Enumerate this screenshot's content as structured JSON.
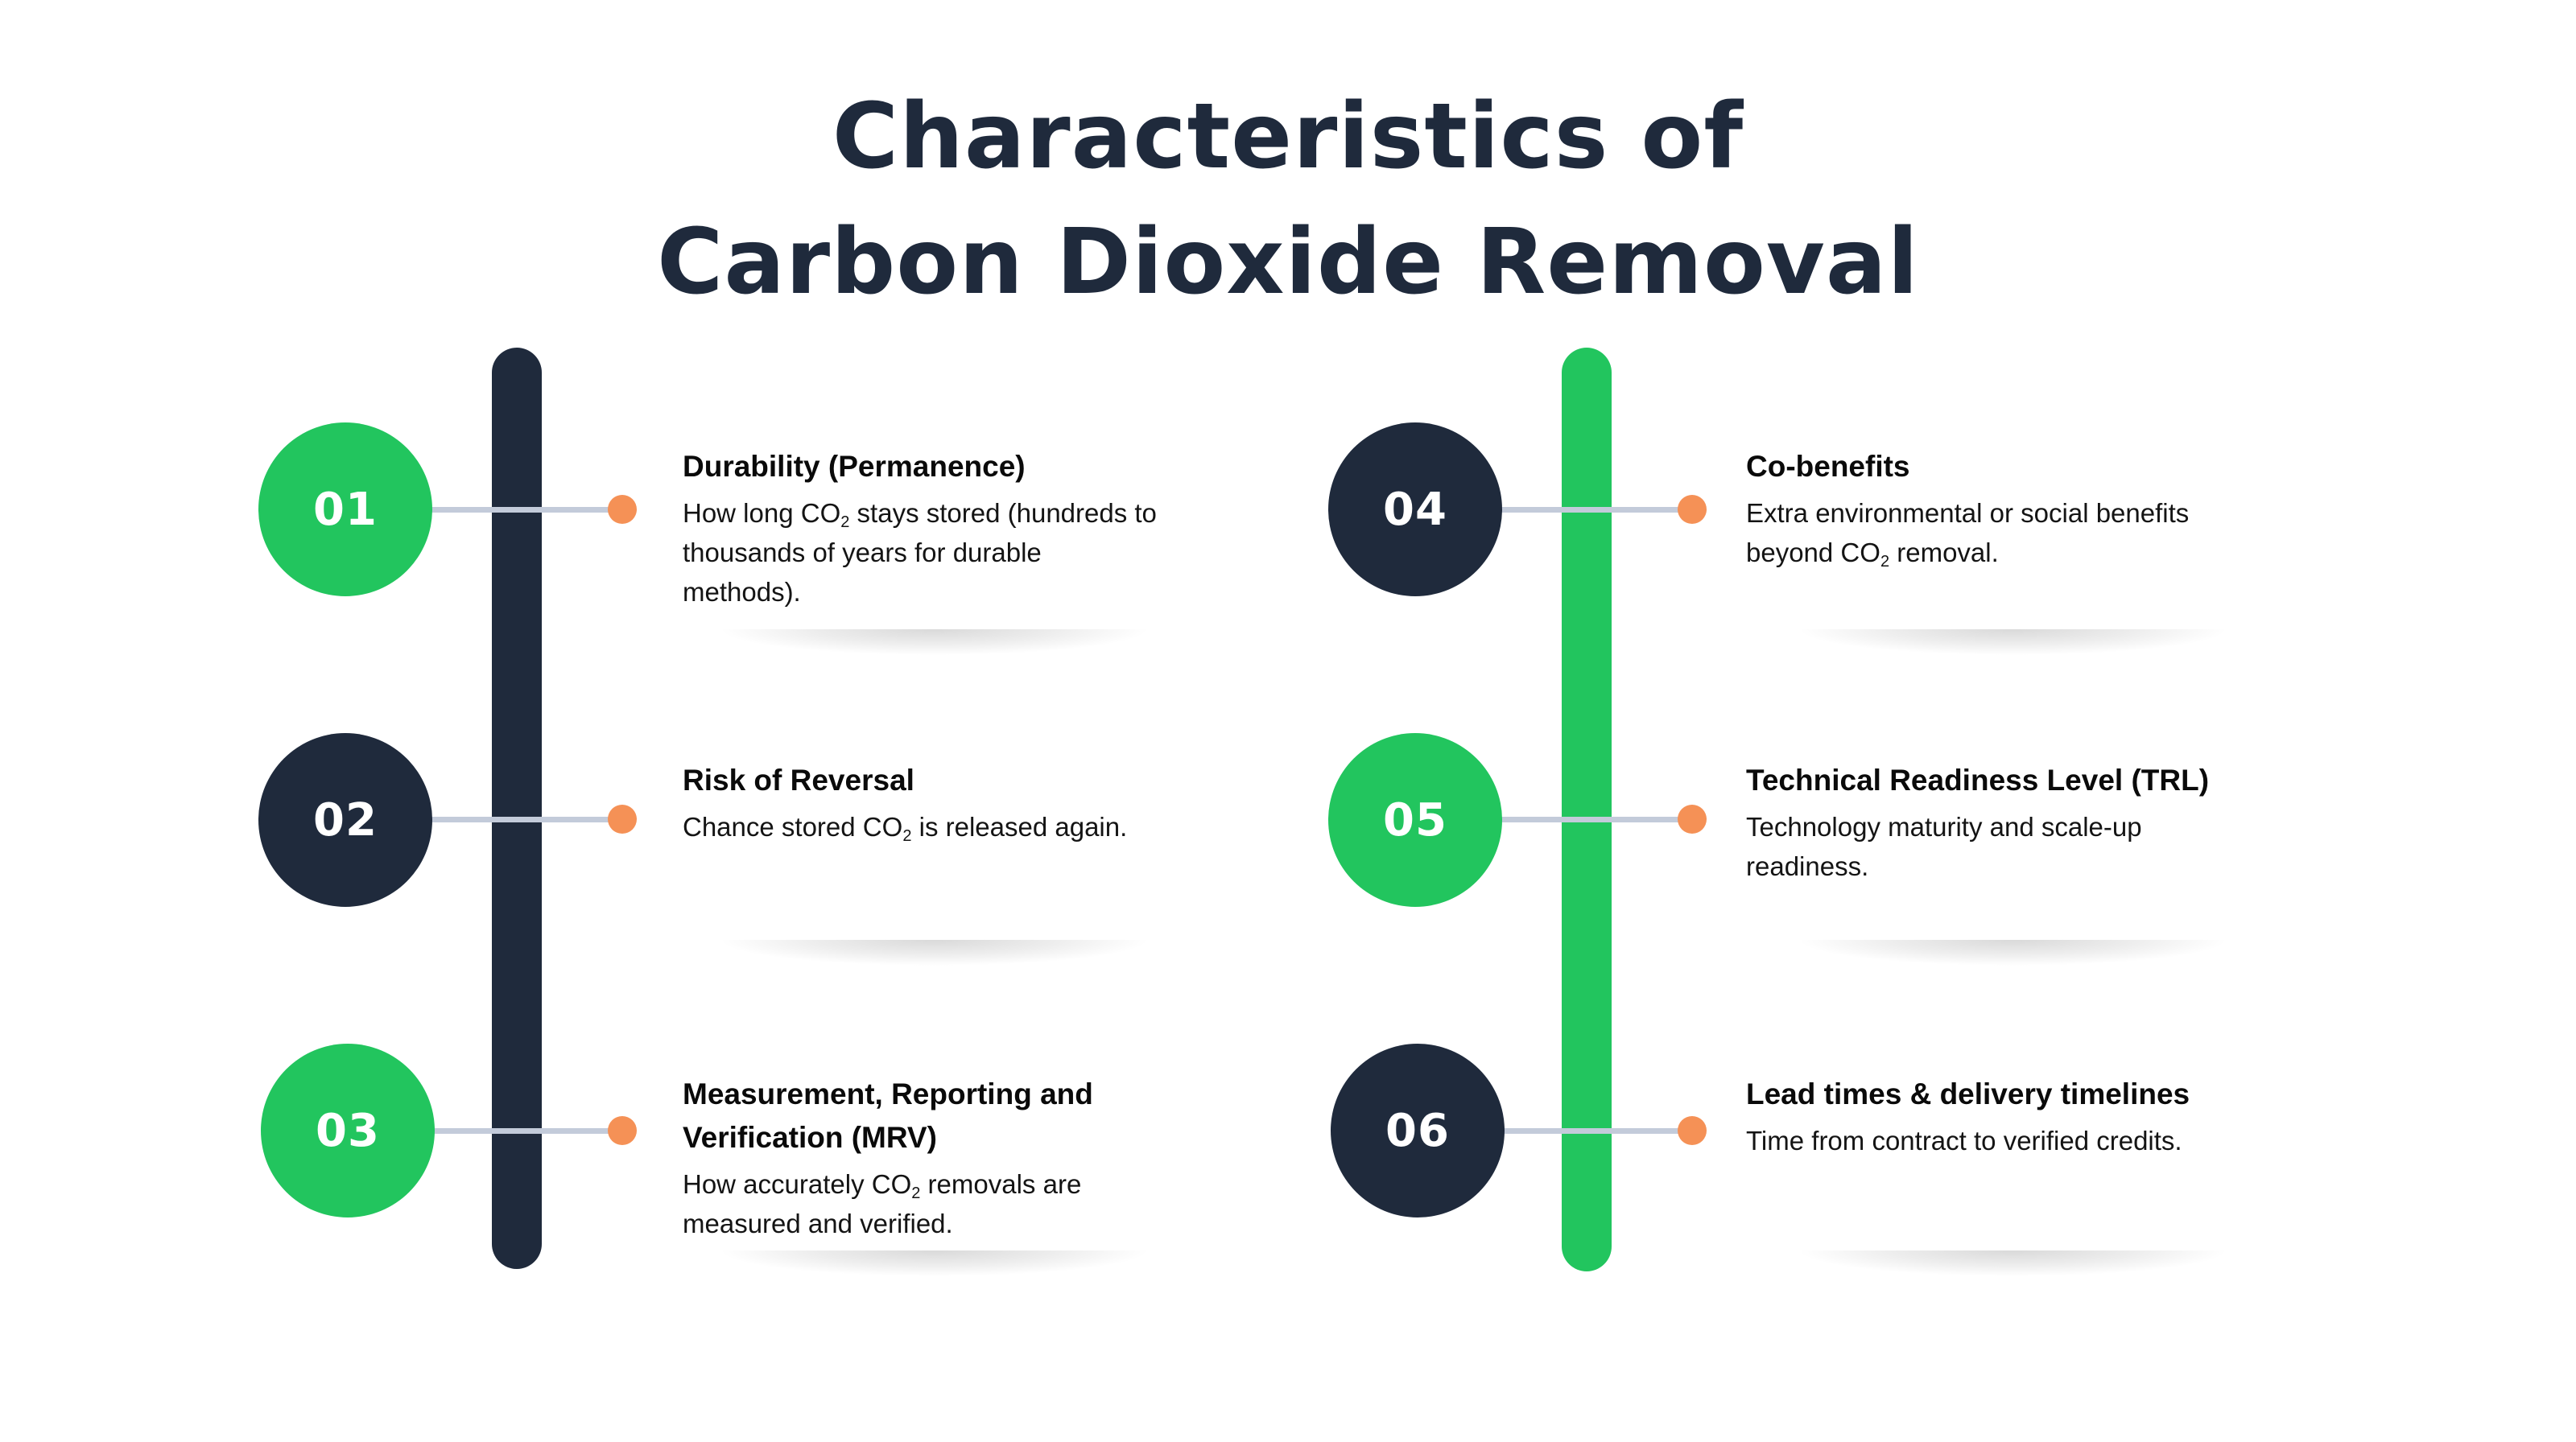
{
  "title": {
    "line1": "Characteristics of",
    "line2": "Carbon Dioxide Removal"
  },
  "colors": {
    "navy": "#1f2a3c",
    "green": "#22c55e",
    "orange": "#f59156",
    "connector": "#c3cbda"
  },
  "columns": [
    {
      "bar_color": "#1f2a3c",
      "items": [
        {
          "number": "01",
          "circle_color": "#22c55e",
          "title_lines": [
            "Durability (Permanence)"
          ],
          "body_lines": [
            {
              "before": "How long CO",
              "sub": "2",
              "after": " stays stored (hundreds to"
            },
            {
              "before": "thousands of years for durable",
              "sub": "",
              "after": ""
            },
            {
              "before": "methods).",
              "sub": "",
              "after": ""
            }
          ]
        },
        {
          "number": "02",
          "circle_color": "#1f2a3c",
          "title_lines": [
            "Risk of Reversal"
          ],
          "body_lines": [
            {
              "before": "Chance stored CO",
              "sub": "2",
              "after": " is released again."
            }
          ]
        },
        {
          "number": "03",
          "circle_color": "#22c55e",
          "title_lines": [
            "Measurement, Reporting and",
            "Verification (MRV)"
          ],
          "body_lines": [
            {
              "before": "How accurately CO",
              "sub": "2",
              "after": " removals are"
            },
            {
              "before": "measured and verified.",
              "sub": "",
              "after": ""
            }
          ]
        }
      ]
    },
    {
      "bar_color": "#22c55e",
      "items": [
        {
          "number": "04",
          "circle_color": "#1f2a3c",
          "title_lines": [
            "Co-benefits"
          ],
          "body_lines": [
            {
              "before": "Extra environmental or social benefits",
              "sub": "",
              "after": ""
            },
            {
              "before": "beyond CO",
              "sub": "2",
              "after": " removal."
            }
          ]
        },
        {
          "number": "05",
          "circle_color": "#22c55e",
          "title_lines": [
            "Technical Readiness Level (TRL)"
          ],
          "body_lines": [
            {
              "before": "Technology maturity and scale-up",
              "sub": "",
              "after": ""
            },
            {
              "before": "readiness.",
              "sub": "",
              "after": ""
            }
          ]
        },
        {
          "number": "06",
          "circle_color": "#1f2a3c",
          "title_lines": [
            "Lead times & delivery timelines"
          ],
          "body_lines": [
            {
              "before": "Time from contract to verified credits.",
              "sub": "",
              "after": ""
            }
          ]
        }
      ]
    }
  ]
}
